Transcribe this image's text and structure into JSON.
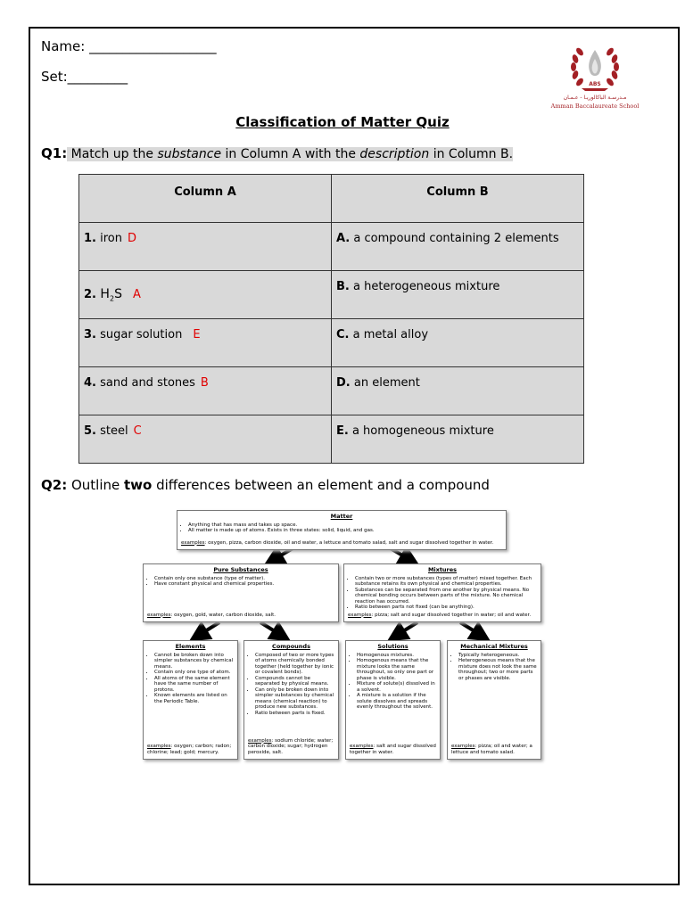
{
  "header": {
    "name_label": "Name: ___________________",
    "set_label": "Set:_________",
    "school_name": "Amman Baccalaureate School",
    "school_name_ar": "مـدرسـة الباكالوريـا - عـمـان",
    "logo_monogram": "ABS"
  },
  "title": "Classification of Matter Quiz",
  "q1": {
    "num": "Q1:",
    "t1": " Match up the ",
    "t2": "substance",
    "t3": " in Column A with the ",
    "t4": "description",
    "t5": " in Column B."
  },
  "table": {
    "col_a": "Column A",
    "col_b": "Column B",
    "rows": [
      {
        "num": "1.",
        "a": " iron",
        "ans": "D",
        "bnum": "A.",
        "b": " a compound containing 2 elements"
      },
      {
        "num": "2.",
        "a": " H",
        "sub": "2",
        "a2": "S",
        "ans": "A",
        "bnum": "B.",
        "b": " a heterogeneous mixture"
      },
      {
        "num": "3.",
        "a": " sugar solution",
        "ans": "E",
        "bnum": "C.",
        "b": " a metal alloy"
      },
      {
        "num": "4.",
        "a": " sand and stones",
        "ans": "B",
        "bnum": "D.",
        "b": " an element"
      },
      {
        "num": "5.",
        "a": " steel",
        "ans": "C",
        "bnum": "E.",
        "b": " a homogeneous mixture"
      }
    ]
  },
  "q2": {
    "num": "Q2:",
    "t1": " Outline ",
    "bold": "two",
    "t2": " differences between an element and a compound"
  },
  "diagram": {
    "matter": {
      "title": "Matter",
      "items": [
        "Anything that has mass and takes up space.",
        "All matter is made up of atoms.  Exists in three states: solid, liquid, and gas."
      ],
      "ex_label": "examples",
      "ex": ": oxygen, pizza, carbon dioxide, oil and water, a lettuce and tomato salad, salt and sugar dissolved together in water."
    },
    "pure": {
      "title": "Pure Substances",
      "items": [
        "Contain only one substance (type of matter).",
        "Have constant physical and chemical properties."
      ],
      "ex_label": "examples",
      "ex": ": oxygen, gold, water, carbon dioxide, salt."
    },
    "mixtures": {
      "title": "Mixtures",
      "items": [
        "Contain two or more substances (types of matter) mixed together.  Each substance retains its own physical and chemical properties.",
        "Substances can be separated from one another by physical means.  No chemical bonding occurs between parts of the mixture.  No chemical reaction has occurred.",
        "Ratio between parts not fixed (can be anything)."
      ],
      "ex_label": "examples",
      "ex": ": pizza; salt and sugar dissolved together in water; oil and water."
    },
    "elements": {
      "title": "Elements",
      "items": [
        "Cannot be broken down into simpler substances by chemical means.",
        "Contain only one type of atom.",
        "All atoms of the same element have the same number of protons.",
        "Known elements are listed on the Periodic Table."
      ],
      "ex_label": "examples",
      "ex": ": oxygen; carbon; radon; chlorine; lead; gold; mercury."
    },
    "compounds": {
      "title": "Compounds",
      "items": [
        "Composed of two or more types of atoms chemically bonded together (held together by ionic or covalent bonds).",
        "Compounds cannot be separated by physical means.",
        "Can only be broken down into simpler substances by chemical means (chemical reaction) to produce new substances.",
        "Ratio between parts is fixed."
      ],
      "ex_label": "examples",
      "ex": ": sodium chloride; water; carbon dioxide; sugar; hydrogen peroxide, salt."
    },
    "solutions": {
      "title": "Solutions",
      "items": [
        "Homogenous mixtures.",
        "Homogenous means that the mixture looks the same throughout, so only one part or phase is visible.",
        "Mixture of solute(s) dissolved in a solvent.",
        "A mixture is a solution if the solute dissolves and spreads evenly throughout the solvent."
      ],
      "ex_label": "examples",
      "ex": ": salt and sugar dissolved together in water."
    },
    "mechanical": {
      "title": "Mechanical Mixtures",
      "items": [
        "Typically heterogeneous.",
        "Heterogeneous means that the mixture does not look the same throughout; two or more parts or phases are visible."
      ],
      "ex_label": "examples",
      "ex": ": pizza; oil and water; a lettuce and tomato salad."
    }
  }
}
